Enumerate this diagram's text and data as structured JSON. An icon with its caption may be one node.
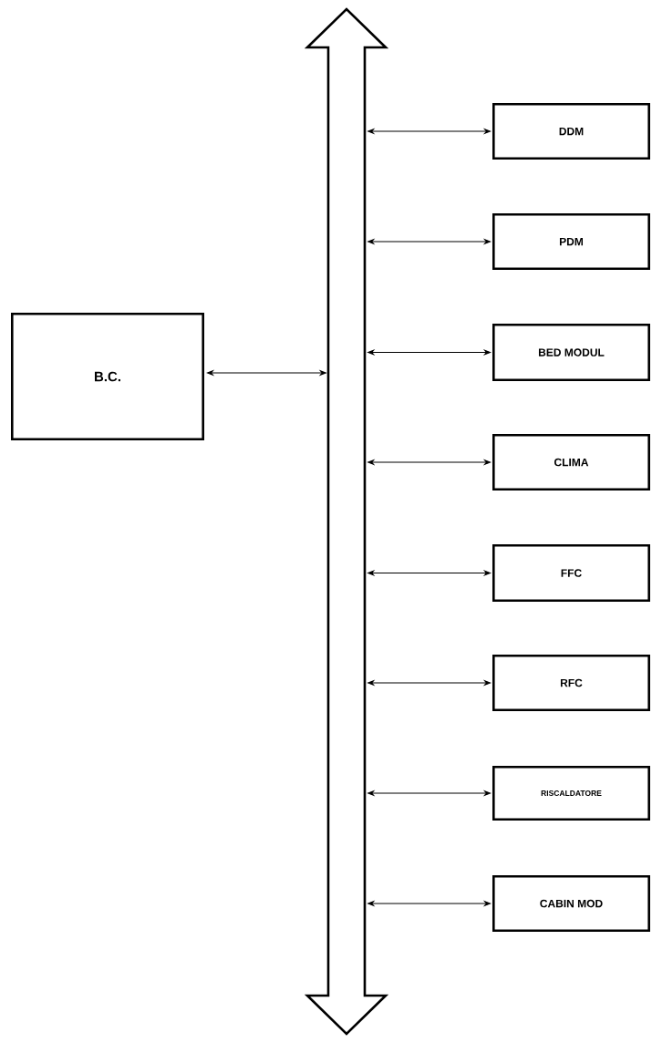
{
  "diagram": {
    "nodes": [
      {
        "text": [
          "B.C."
        ]
      },
      {
        "text": [],
        "shape": "bar"
      },
      {
        "text": [
          "DDM"
        ]
      },
      {
        "text": [
          "PDM"
        ]
      },
      {
        "text": [
          "BED MODUL"
        ]
      },
      {
        "text": [
          "CLIMA"
        ]
      },
      {
        "text": [
          "FFC"
        ]
      },
      {
        "text": [
          "RFC"
        ]
      },
      {
        "text": [
          "RISCALDATORE"
        ]
      },
      {
        "text": [
          "CABIN MOD"
        ]
      }
    ],
    "edges": [
      {
        "from": 0,
        "to": 1,
        "arrow": "both"
      },
      {
        "from": 1,
        "to": 2,
        "arrow": "both"
      },
      {
        "from": 1,
        "to": 3,
        "arrow": "both"
      },
      {
        "from": 1,
        "to": 4,
        "arrow": "both"
      },
      {
        "from": 1,
        "to": 5,
        "arrow": "both"
      },
      {
        "from": 1,
        "to": 6,
        "arrow": "both"
      },
      {
        "from": 1,
        "to": 7,
        "arrow": "both"
      },
      {
        "from": 1,
        "to": 8,
        "arrow": "both"
      },
      {
        "from": 1,
        "to": 9,
        "arrow": "both"
      }
    ]
  }
}
